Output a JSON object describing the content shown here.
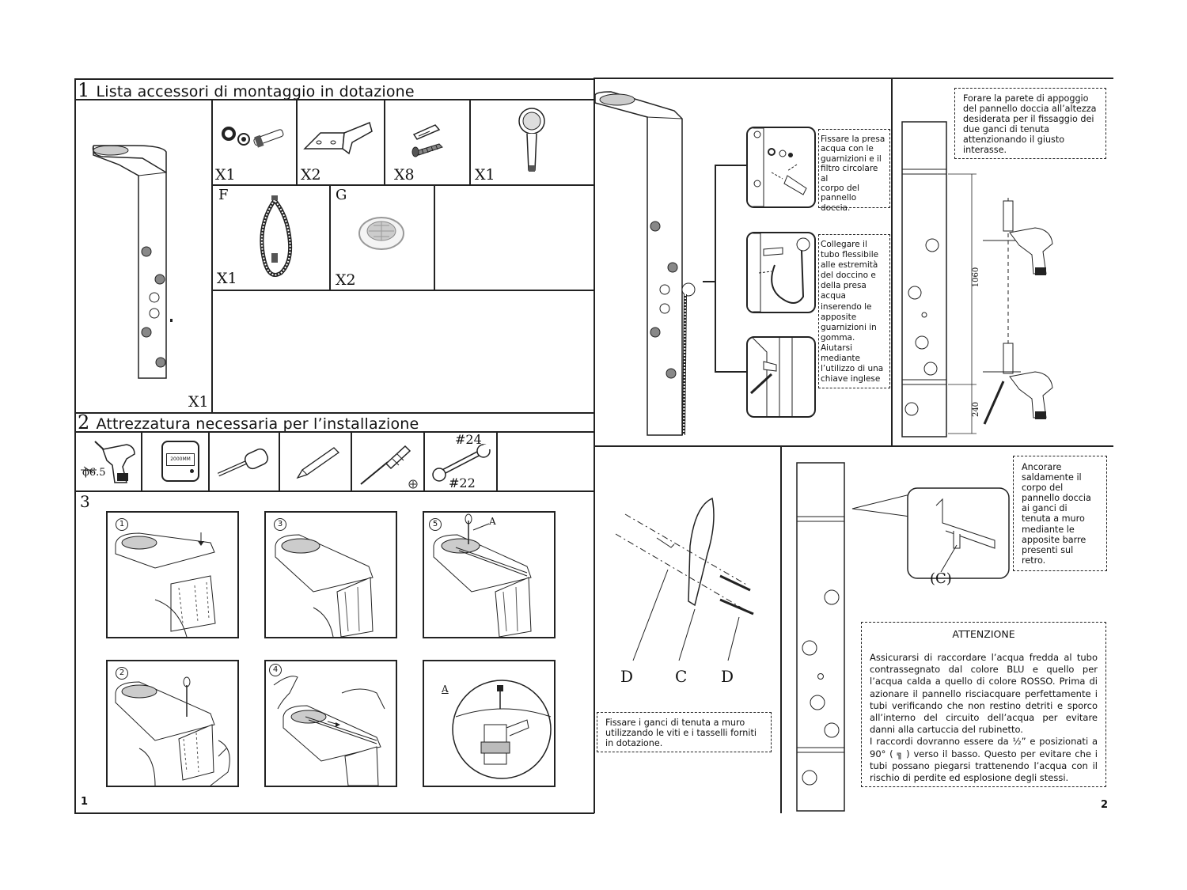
{
  "page1": {
    "section1": {
      "number": "1",
      "title": "Lista accessori di montaggio in dotazione"
    },
    "items": [
      {
        "letter": "",
        "qty": "X1",
        "icon": "shower-panel-icon"
      },
      {
        "letter": "",
        "qty": "X1",
        "icon": "water-connector-icon"
      },
      {
        "letter": "",
        "qty": "X2",
        "icon": "bracket-icon"
      },
      {
        "letter": "",
        "qty": "X8",
        "icon": "screw-anchor-icon"
      },
      {
        "letter": "",
        "qty": "X1",
        "icon": "hand-shower-icon"
      },
      {
        "letter": "F",
        "qty": "X1",
        "icon": "hose-icon"
      },
      {
        "letter": "G",
        "qty": "X2",
        "icon": "filter-icon"
      }
    ],
    "section2": {
      "number": "2",
      "title": "Attrezzatura necessaria per l’installazione"
    },
    "tools": {
      "drill_size": "ϕ6.5",
      "tape_label": "2000MM",
      "wrench_top": "#24",
      "wrench_bottom": "#22"
    },
    "section3": {
      "number": "3"
    },
    "steps": {
      "s1": "1",
      "s2": "2",
      "s3": "3",
      "s4": "4",
      "s5": "5",
      "detail_label": "A",
      "s5_label": "A"
    },
    "page_number": "1"
  },
  "page2": {
    "note_connector": "Fissare la presa\nacqua con le\nguarnizioni e il\nfiltro circolare al\ncorpo del\npannello\ndoccia.",
    "note_hose": "Collegare il\ntubo flessibile\nalle estremità\ndel doccino e\ndella presa\nacqua\ninserendo le\napposite\nguarnizioni in\ngomma.\nAiutarsi\nmediante\nl’utilizzo di una\nchiave inglese",
    "note_drill": "Forare la parete di appoggio\ndel pannello doccia all’altezza\ndesiderata per il fissaggio dei\ndue ganci di tenuta\nattenzionando il giusto\ninterasse.",
    "dim_top": "1060",
    "dim_bottom": "240",
    "labels_hook": {
      "d1": "D",
      "c": "C",
      "d2": "D"
    },
    "note_hooks": "Fissare i ganci di tenuta a muro\nutilizzando le viti e i tasselli forniti\nin dotazione.",
    "note_anchor": "Ancorare\nsaldamente il\ncorpo del\npannello doccia\nai ganci di\ntenuta a muro\nmediante le\napposite barre\npresenti sul\nretro.",
    "bracket_label": "(C)",
    "attention": {
      "title": "ATTENZIONE",
      "p1": "Assicurarsi di raccordare l’acqua fredda al tubo contrassegnato dal colore BLU e quello per l’acqua calda a quello di colore ROSSO. Prima di azionare il pannello risciacquare perfettamente i tubi verificando che non restino detriti e sporco all’interno del circuito dell’acqua per evitare danni alla cartuccia del rubinetto.",
      "p2": "I raccordi dovranno essere da ½” e posizionati a 90° ( ╗ ) verso il basso. Questo per evitare che i tubi possano piegarsi trattenendo l’acqua con il rischio di perdite ed esplosione degli stessi."
    },
    "page_number": "2"
  }
}
